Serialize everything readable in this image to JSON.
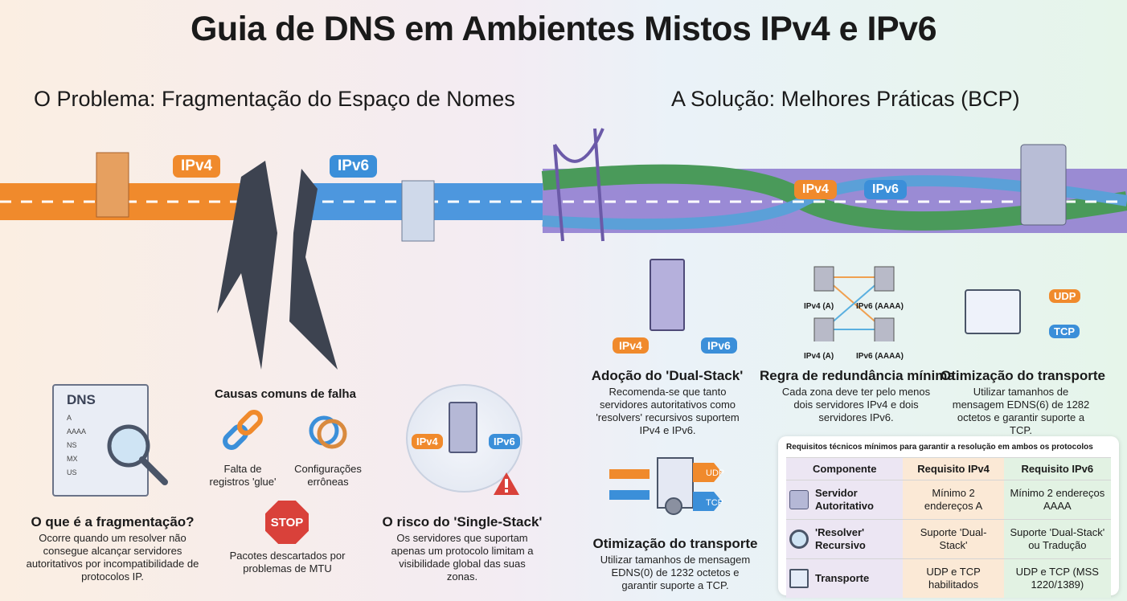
{
  "title": "Guia de DNS em Ambientes Mistos IPv4 e IPv6",
  "problem": {
    "heading": "O Problema: Fragmentação do Espaço de Nomes",
    "labels": {
      "ipv4": "IPv4",
      "ipv6": "IPv6"
    },
    "colors": {
      "ipv4": "#f08a2c",
      "ipv6": "#3b8fd9"
    },
    "dns_doc": {
      "title": "DNS",
      "records": [
        "A",
        "AAAA",
        "NS",
        "MX",
        "US"
      ]
    },
    "fragmentation": {
      "title": "O que é a fragmentação?",
      "text": "Ocorre quando um resolver não consegue alcançar servidores autoritativos por incompatibilidade de protocolos IP."
    },
    "causes": {
      "title": "Causas comuns de falha",
      "items": [
        {
          "icon": "broken-chain-icon",
          "label": "Falta de registros 'glue'"
        },
        {
          "icon": "tangled-knot-icon",
          "label": "Configurações errôneas"
        },
        {
          "icon": "stop-sign-icon",
          "label": "Pacotes descartados por problemas de MTU",
          "sign": "STOP"
        }
      ]
    },
    "single_stack": {
      "title": "O risco do 'Single-Stack'",
      "text": "Os servidores que suportam apenas um protocolo limitam a visibilidade global das suas zonas."
    }
  },
  "solution": {
    "heading": "A Solução: Melhores Práticas (BCP)",
    "dual_stack": {
      "title": "Adoção do 'Dual-Stack'",
      "text": "Recomenda-se que tanto servidores autoritativos como 'resolvers' recursivos suportem IPv4 e IPv6."
    },
    "redundancy": {
      "title": "Regra de redundância mínima",
      "text": "Cada zona deve ter pelo menos dois servidores IPv4 e dois servidores IPv6.",
      "labels": [
        "IPv4 (A)",
        "IPv6 (AAAA)",
        "IPv4 (A)",
        "IPv6 (AAAA)"
      ]
    },
    "transport_top": {
      "title": "Otimização do transporte",
      "text": "Utilizar tamanhos de mensagem EDNS(6) de 1282 octetos e garantir suporte a TCP.",
      "udp": "UDP",
      "tcp": "TCP"
    },
    "transport_bottom": {
      "title": "Otimização do transporte",
      "text": "Utilizar tamanhos de mensagem EDNS(0) de 1232 octetos e garantir suporte a TCP.",
      "udp": "UDP",
      "tcp": "TCP"
    },
    "table": {
      "caption": "Requisitos técnicos mínimos para garantir a resolução em ambos os protocolos",
      "headers": [
        "Componente",
        "Requisito IPv4",
        "Requisito IPv6"
      ],
      "rows": [
        {
          "icon": "server-icon",
          "component": "Servidor Autoritativo",
          "ipv4": "Mínimo 2 endereços A",
          "ipv6": "Mínimo 2 endereços AAAA"
        },
        {
          "icon": "magnifier-icon",
          "component": "'Resolver' Recursivo",
          "ipv4": "Suporte 'Dual-Stack'",
          "ipv6": "Suporte 'Dual-Stack' ou Tradução"
        },
        {
          "icon": "window-gear-icon",
          "component": "Transporte",
          "ipv4": "UDP e TCP habilitados",
          "ipv6": "UDP e TCP (MSS 1220/1389)"
        }
      ]
    }
  }
}
